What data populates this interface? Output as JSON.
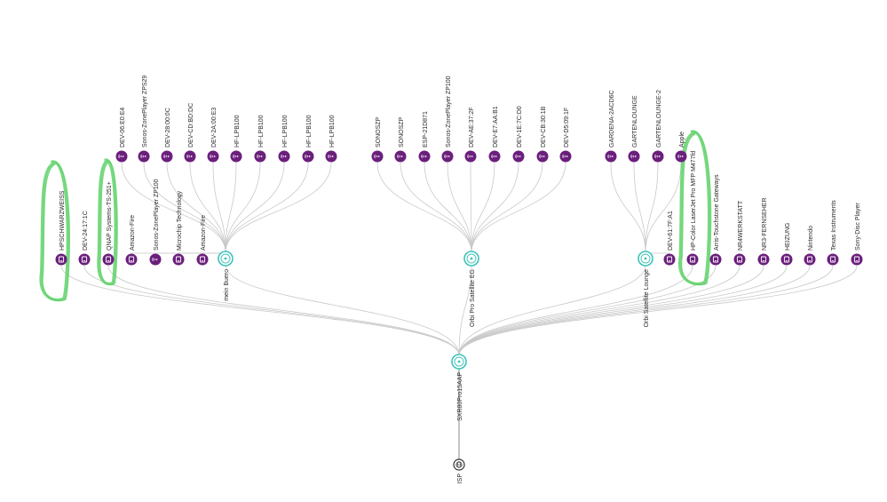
{
  "colors": {
    "device_fill": "#6b1f7c",
    "hub_ring": "#3cc3b8",
    "edge": "#c9c9c9",
    "isp_ring": "#333333",
    "annotation": "#5fd16a"
  },
  "root": {
    "label": "ISP",
    "icon": "globe-icon"
  },
  "router": {
    "label": "SXR80Pro15AAP",
    "icon": "router-icon"
  },
  "hubs": [
    {
      "id": "hub-mein-buero",
      "label": "mein Buero",
      "icon": "router-icon"
    },
    {
      "id": "hub-orbi-eg",
      "label": "Orbi Pro Satellite EG",
      "icon": "router-icon"
    },
    {
      "id": "hub-orbi-lounge",
      "label": "Orbi Satellite Lounge",
      "icon": "router-icon"
    }
  ],
  "wifi_clients": [
    {
      "label": "DEV-06:E0:E4",
      "hub": 0
    },
    {
      "label": "Sonos-ZonePlayer ZPS29",
      "hub": 0
    },
    {
      "label": "DEV-28:00:0C",
      "hub": 0
    },
    {
      "label": "DEV-CD:BD:DC",
      "hub": 0
    },
    {
      "label": "DEV-2A:00:E3",
      "hub": 0
    },
    {
      "label": "HF-LPB100",
      "hub": 0
    },
    {
      "label": "HF-LPB100",
      "hub": 0
    },
    {
      "label": "HF-LPB100",
      "hub": 0
    },
    {
      "label": "HF-LPB100",
      "hub": 0
    },
    {
      "label": "HF-LPB100",
      "hub": 0
    },
    {
      "label": "SONOSZP",
      "hub": 1
    },
    {
      "label": "SONOSZP",
      "hub": 1
    },
    {
      "label": "ESP-21D871",
      "hub": 1
    },
    {
      "label": "Sonos-ZonePlayer ZP100",
      "hub": 1
    },
    {
      "label": "DEV-AE:37:2F",
      "hub": 1
    },
    {
      "label": "DEV-E7:AA:B1",
      "hub": 1
    },
    {
      "label": "DEV-1E:7C:D0",
      "hub": 1
    },
    {
      "label": "DEV-CB:30:1B",
      "hub": 1
    },
    {
      "label": "DEV-D5:09:1F",
      "hub": 1
    },
    {
      "label": "GARDENA-2ACD6C",
      "hub": 2
    },
    {
      "label": "GARTENLOUNGE",
      "hub": 2
    },
    {
      "label": "GARTENLOUNGE-2",
      "hub": 2
    },
    {
      "label": "Apple",
      "hub": 2
    }
  ],
  "mid_row": [
    {
      "label": "HPSCHWARZWEISS",
      "icon": "device-icon",
      "parent": "router"
    },
    {
      "label": "DEV-24:17:1C",
      "icon": "device-icon",
      "parent": "router"
    },
    {
      "label": "QNAP Systems-TS-251+",
      "icon": "device-icon",
      "parent": "router"
    },
    {
      "label": "Amazon-Fire",
      "icon": "device-icon",
      "parent": "hub0"
    },
    {
      "label": "Sonos-ZonePlayer ZP100",
      "icon": "wifi-icon",
      "parent": "hub0"
    },
    {
      "label": "Microchip Technology",
      "icon": "device-icon",
      "parent": "hub0"
    },
    {
      "label": "Amazon-Fire",
      "icon": "device-icon",
      "parent": "hub0"
    },
    {
      "label": "DEV-61:7F:A1",
      "icon": "device-icon",
      "parent": "hub2"
    },
    {
      "label": "HP-Color LaserJet Pro MFP M477fd",
      "icon": "device-icon",
      "parent": "router"
    },
    {
      "label": "Arris-Touchstone Gateways",
      "icon": "device-icon",
      "parent": "router"
    },
    {
      "label": "NR4WERKSTATT",
      "icon": "device-icon",
      "parent": "router"
    },
    {
      "label": "NR3-FERNSEHER",
      "icon": "device-icon",
      "parent": "router"
    },
    {
      "label": "HEIZUNG",
      "icon": "device-icon",
      "parent": "router"
    },
    {
      "label": "Nintendo",
      "icon": "device-icon",
      "parent": "router"
    },
    {
      "label": "Texas Instruments",
      "icon": "device-icon",
      "parent": "router"
    },
    {
      "label": "Sony-Disc Player",
      "icon": "device-icon",
      "parent": "router"
    }
  ]
}
